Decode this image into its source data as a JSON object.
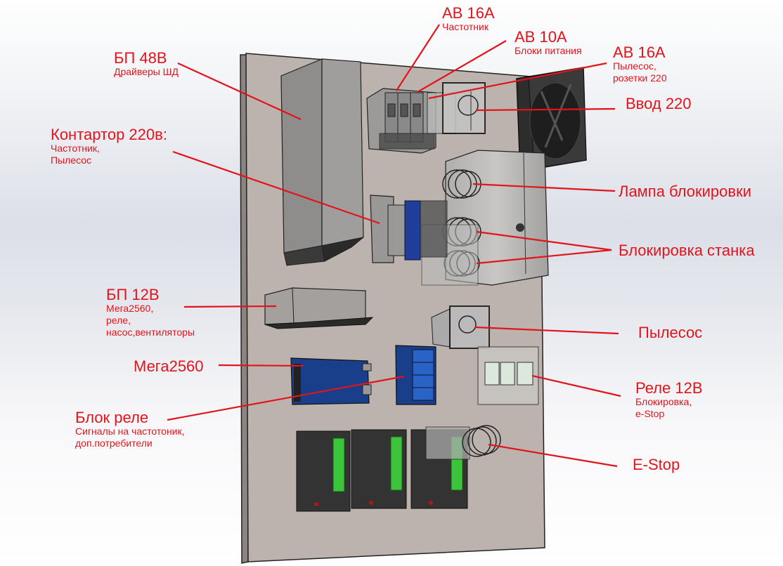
{
  "diagram": {
    "subject": "electrical control panel 3D model",
    "colors": {
      "annotation": "#e2141b",
      "panel": "#bcb3ae",
      "device_gray": "#9a9896",
      "device_dark": "#333333",
      "board_blue": "#1a3f8a",
      "relay_blue": "#2a63c6",
      "terminal_green": "#3cc43c"
    },
    "labels": [
      {
        "id": "ab16-freq",
        "title": "АВ 16А",
        "sub": [
          "Частотник"
        ]
      },
      {
        "id": "ab10-psu",
        "title": "АВ 10А",
        "sub": [
          "Блоки питания"
        ]
      },
      {
        "id": "ab16-vac",
        "title": "АВ 16А",
        "sub": [
          "Пылесос,",
          "розетки 220"
        ]
      },
      {
        "id": "input-220",
        "title": "Ввод 220",
        "sub": []
      },
      {
        "id": "psu48",
        "title": "БП 48В",
        "sub": [
          "Драйверы ШД"
        ]
      },
      {
        "id": "contactor",
        "title": "Контартор 220в:",
        "sub": [
          "Частотник,",
          "Пылесос"
        ]
      },
      {
        "id": "lock-lamp",
        "title": "Лампа блокировки",
        "sub": []
      },
      {
        "id": "machine-lock",
        "title": "Блокировка станка",
        "sub": []
      },
      {
        "id": "psu12",
        "title": "БП 12В",
        "sub": [
          "Мега2560,",
          "реле,",
          "насос,вентиляторы"
        ]
      },
      {
        "id": "mega",
        "title": "Мега2560",
        "sub": []
      },
      {
        "id": "vacuum",
        "title": "Пылесос",
        "sub": []
      },
      {
        "id": "relay-block",
        "title": "Блок реле",
        "sub": [
          "Сигналы на частотоник,",
          "доп.потребители"
        ]
      },
      {
        "id": "relay12",
        "title": "Реле 12В",
        "sub": [
          "Блокировка,",
          "e-Stop"
        ]
      },
      {
        "id": "estop",
        "title": "E-Stop",
        "sub": []
      }
    ]
  }
}
